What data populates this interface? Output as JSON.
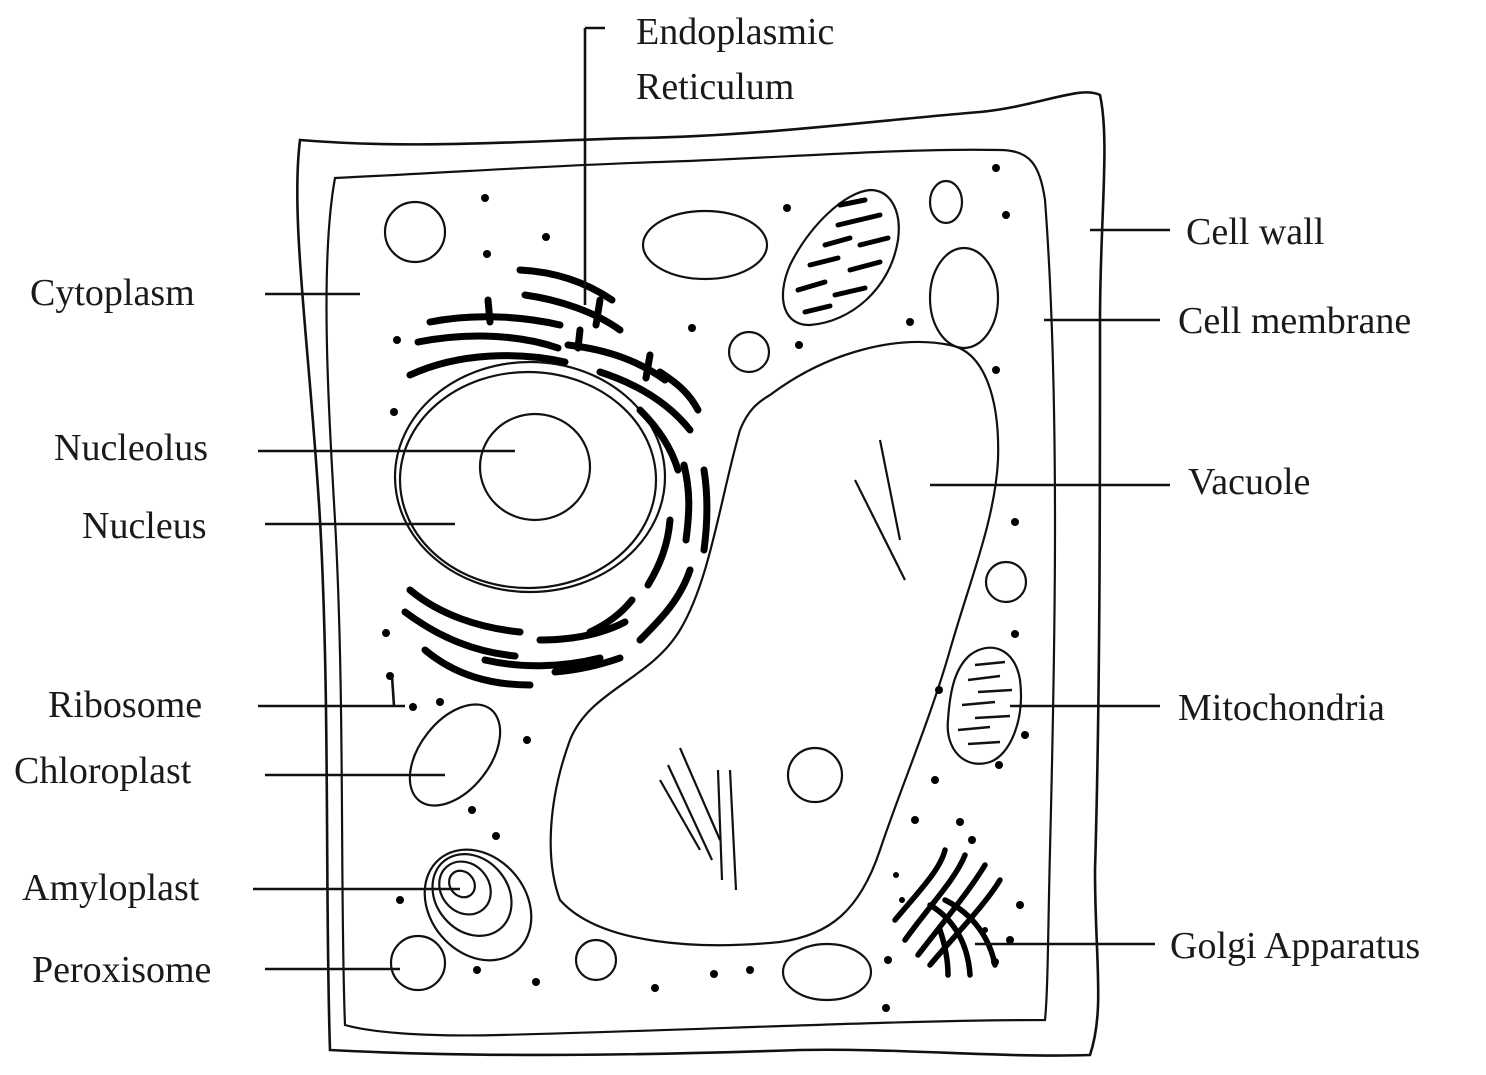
{
  "labels": {
    "endoplasmic_reticulum_line1": "Endoplasmic",
    "endoplasmic_reticulum_line2": "Reticulum",
    "cell_wall": "Cell wall",
    "cell_membrane": "Cell membrane",
    "cytoplasm": "Cytoplasm",
    "nucleolus": "Nucleolus",
    "nucleus": "Nucleus",
    "vacuole": "Vacuole",
    "ribosome": "Ribosome",
    "chloroplast": "Chloroplast",
    "mitochondria": "Mitochondria",
    "amyloplast": "Amyloplast",
    "peroxisome": "Peroxisome",
    "golgi_apparatus": "Golgi Apparatus"
  },
  "colors": {
    "line": "#111111",
    "background": "#ffffff"
  }
}
